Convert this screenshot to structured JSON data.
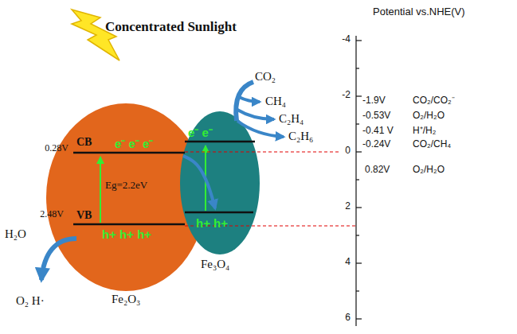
{
  "diagram": {
    "title": "Concentrated Sunlight",
    "nodes": [
      {
        "text": [
          "CB",
          "VB",
          "e⁻ e⁻ e⁻",
          "Eg=2.2eV",
          "h+ h+ h+",
          "Fe₂O₃"
        ]
      },
      {
        "text": [
          "e⁻ e⁻",
          "h+ h+",
          "Fe₃O₄"
        ]
      }
    ],
    "edges": [
      {
        "from": 0,
        "to": 1,
        "arrow": "to"
      }
    ],
    "labels": [
      "Potential vs.NHE(V)",
      "-4",
      "-2",
      "0",
      "2",
      "4",
      "6",
      "-1.9V",
      "CO₂/CO₂⁻",
      "-0.53V",
      "O₂/H₂O",
      "-0.41 V",
      "H⁺/H₂",
      "-0.24V",
      "CO₂/CH₄",
      "0.82V",
      "O₂/H₂O",
      "0.28V",
      "2.48V",
      "H₂O",
      "O₂ H·",
      "CO₂",
      "CH₄",
      "C₂H₄",
      "C₂H₆"
    ]
  }
}
